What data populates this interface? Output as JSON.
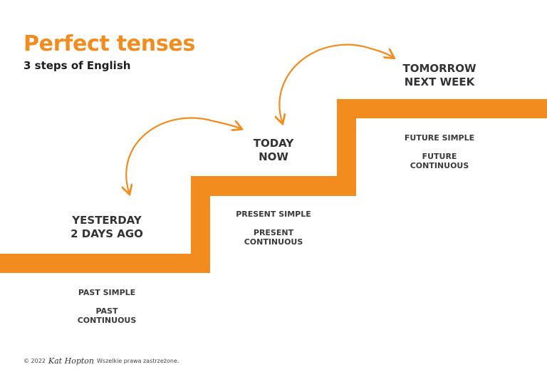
{
  "title": "Perfect tenses",
  "subtitle": "3 steps of English",
  "colors": {
    "accent": "#f28c1e",
    "text": "#333333"
  },
  "steps": [
    {
      "time_lines": [
        "YESTERDAY",
        "2 DAYS AGO"
      ],
      "tenses": [
        "PAST SIMPLE",
        "PAST\nCONTINUOUS"
      ]
    },
    {
      "time_lines": [
        "TODAY",
        "NOW"
      ],
      "tenses": [
        "PRESENT SIMPLE",
        "PRESENT\nCONTINUOUS"
      ]
    },
    {
      "time_lines": [
        "TOMORROW",
        "NEXT WEEK"
      ],
      "tenses": [
        "FUTURE SIMPLE",
        "FUTURE\nCONTINUOUS"
      ]
    }
  ],
  "arrows": [
    {
      "from": "step-1",
      "to": "step-2",
      "style": "curved-double-arrow"
    },
    {
      "from": "step-2",
      "to": "step-3",
      "style": "curved-double-arrow"
    }
  ],
  "footer": {
    "copyright": "© 2022",
    "signature": "Kat Hopton",
    "rights": "Wszelkie prawa zastrzeżone."
  }
}
